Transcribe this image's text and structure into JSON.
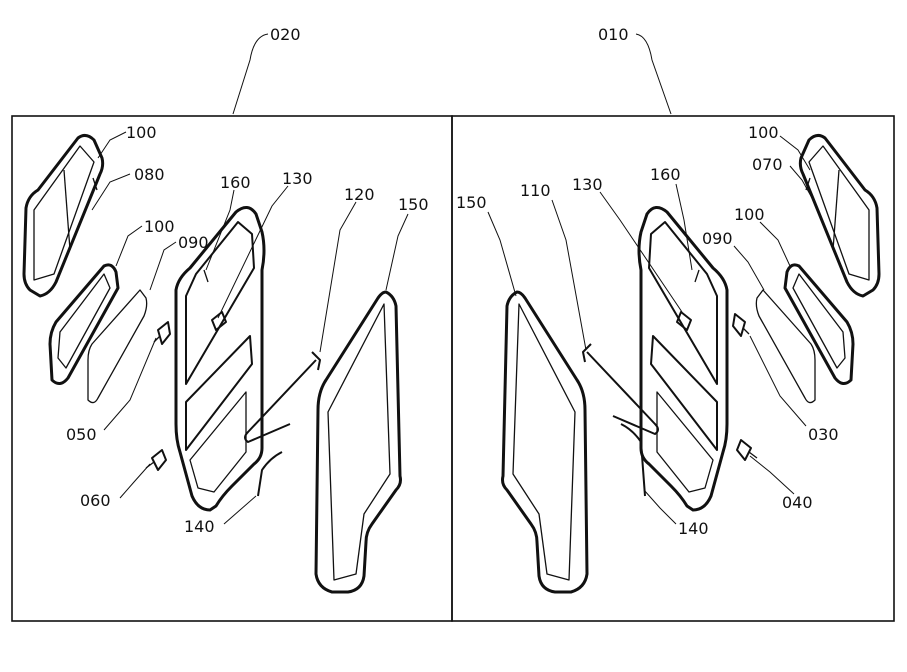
{
  "assemblies": {
    "left": "020",
    "right": "010"
  },
  "left_labels": {
    "l100a": "100",
    "l080": "080",
    "l100b": "100",
    "l090": "090",
    "l160": "160",
    "l130": "130",
    "l120": "120",
    "l150": "150",
    "l050": "050",
    "l060": "060",
    "l140": "140"
  },
  "right_labels": {
    "r150": "150",
    "r110": "110",
    "r130": "130",
    "r160": "160",
    "r100a": "100",
    "r070": "070",
    "r100b": "100",
    "r090": "090",
    "r030": "030",
    "r040": "040",
    "r140": "140"
  }
}
